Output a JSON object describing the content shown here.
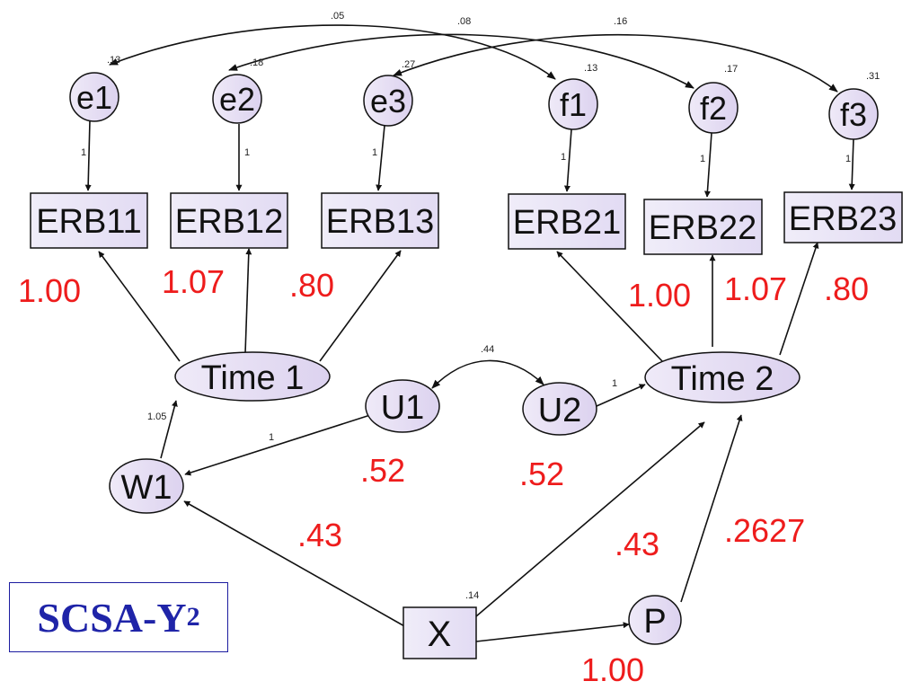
{
  "colors": {
    "node_fill_ellipse": "#e4dcf3",
    "node_fill_box": "#e8e3f6",
    "stroke": "#111111",
    "red_label": "#ee1c1c",
    "title": "#1f24a8"
  },
  "nodes": {
    "e1": "e1",
    "e2": "e2",
    "e3": "e3",
    "f1": "f1",
    "f2": "f2",
    "f3": "f3",
    "erb11": "ERB11",
    "erb12": "ERB12",
    "erb13": "ERB13",
    "erb21": "ERB21",
    "erb22": "ERB22",
    "erb23": "ERB23",
    "time1": "Time 1",
    "time2": "Time 2",
    "u1": "U1",
    "u2": "U2",
    "w1": "W1",
    "x": "X",
    "p": "P"
  },
  "variances": {
    "e1": ".13",
    "e2": ".18",
    "e3": ".27",
    "f1": ".13",
    "f2": ".17",
    "f3": ".31",
    "x": ".14"
  },
  "covariances": {
    "e1_f1": ".05",
    "e2_f2": ".08",
    "e3_f3": ".16",
    "u1_u2": ".44"
  },
  "small_paths": {
    "e1_erb11": "1",
    "e2_erb12": "1",
    "e3_erb13": "1",
    "f1_erb21": "1",
    "f2_erb22": "1",
    "f3_erb23": "1",
    "u2_time2": "1",
    "u1_w1": "1",
    "w1_time1": "1.05"
  },
  "big_labels": {
    "l_erb11": "1.00",
    "l_erb12": "1.07",
    "l_erb13": ".80",
    "l_erb21": "1.00",
    "l_erb22": "1.07",
    "l_erb23": ".80",
    "u1_mean": ".52",
    "u2_mean": ".52",
    "x_w1": ".43",
    "x_time2": ".43",
    "p_time2": ".2627",
    "x_p": "1.00"
  },
  "title": {
    "main": "SCSA-Y",
    "sub": "2"
  }
}
